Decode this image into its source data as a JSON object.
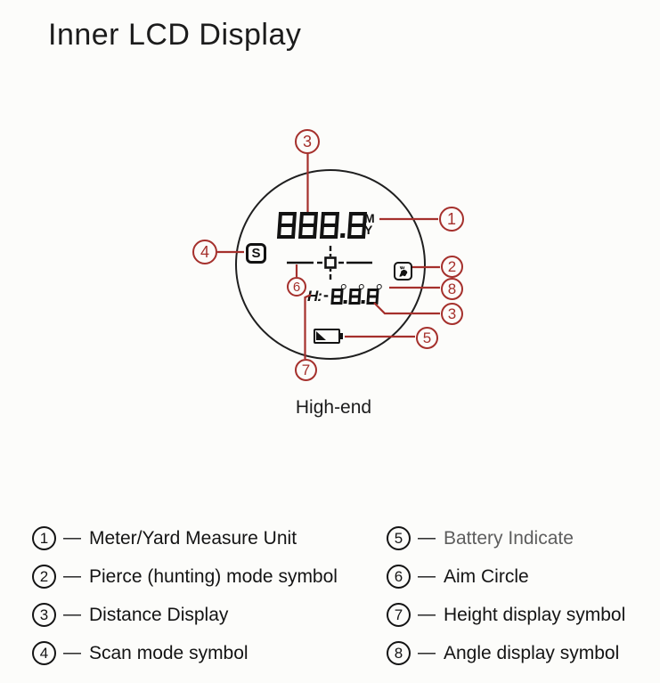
{
  "page": {
    "title": "Inner LCD Display",
    "variant_label": "High-end"
  },
  "lcd": {
    "distance_value": "888.8",
    "unit_meter": "M",
    "unit_yard": "Y",
    "scan_symbol": "S",
    "height_prefix": "H:",
    "height_sign": "-",
    "height_value": "8.8.8"
  },
  "callouts": {
    "n1": "1",
    "n2": "2",
    "n3": "3",
    "n4": "4",
    "n5": "5",
    "n6": "6",
    "n7": "7",
    "n8": "8"
  },
  "legend": {
    "dash": "—",
    "left": [
      {
        "num": "1",
        "label": "Meter/Yard Measure Unit"
      },
      {
        "num": "2",
        "label": "Pierce (hunting) mode symbol"
      },
      {
        "num": "3",
        "label": "Distance Display"
      },
      {
        "num": "4",
        "label": "Scan mode symbol"
      }
    ],
    "right": [
      {
        "num": "5",
        "label": "Battery Indicate"
      },
      {
        "num": "6",
        "label": "Aim Circle"
      },
      {
        "num": "7",
        "label": "Height display symbol"
      },
      {
        "num": "8",
        "label": "Angle display symbol"
      }
    ]
  },
  "colors": {
    "callout_red": "#a5302c",
    "ink": "#161616"
  }
}
